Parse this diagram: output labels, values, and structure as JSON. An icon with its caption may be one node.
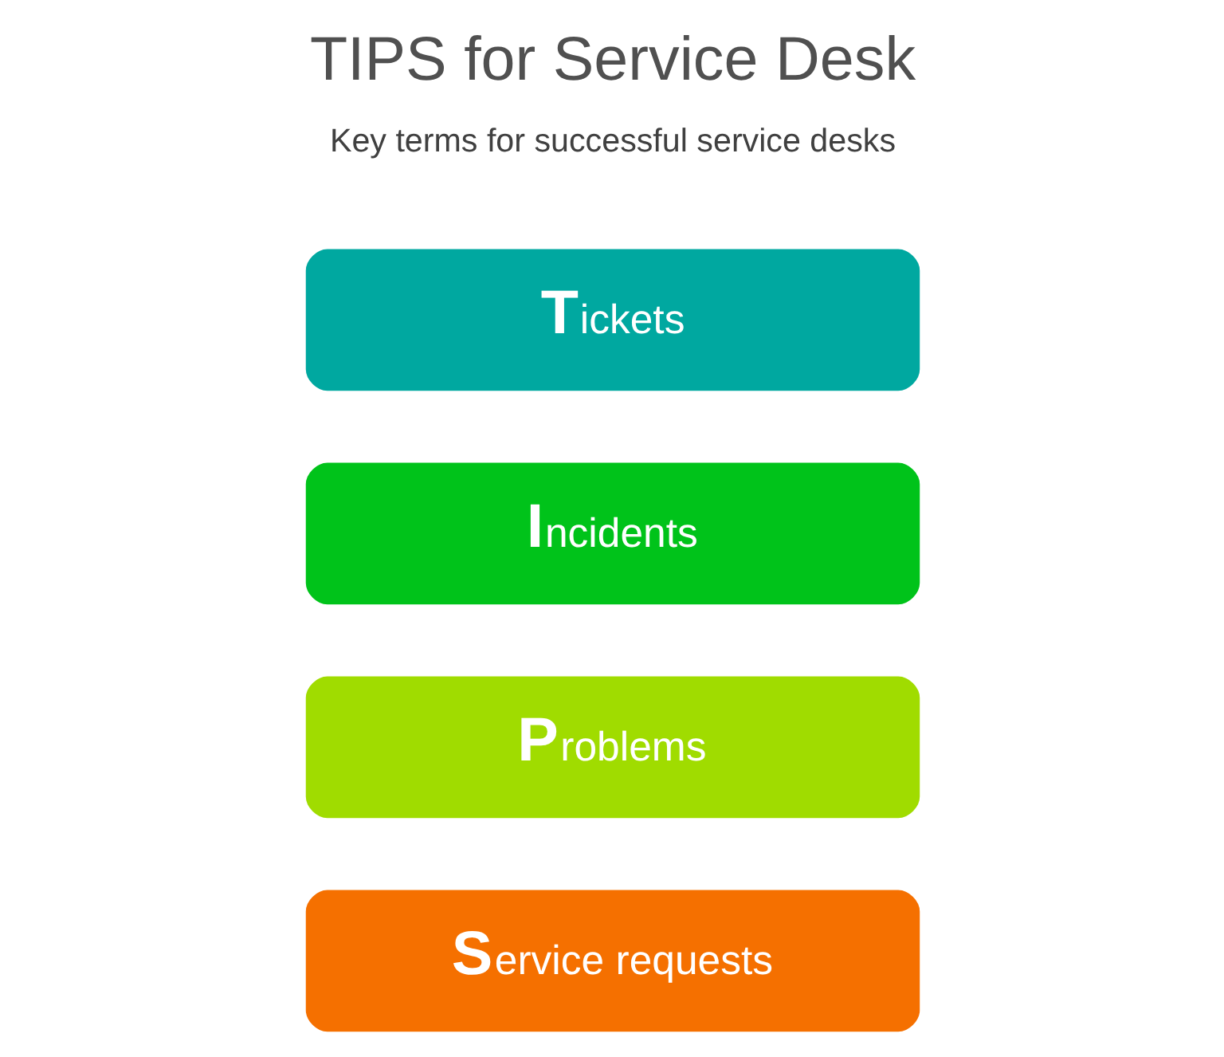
{
  "diagram": {
    "title": "TIPS for Service Desk",
    "nodes": [
      {
        "text": [
          "Tickets"
        ]
      },
      {
        "text": [
          "Incidents"
        ]
      },
      {
        "text": [
          "Problems"
        ]
      },
      {
        "text": [
          "Service requests"
        ]
      }
    ],
    "edges": [],
    "labels": [
      "Key terms for successful service desks"
    ]
  }
}
